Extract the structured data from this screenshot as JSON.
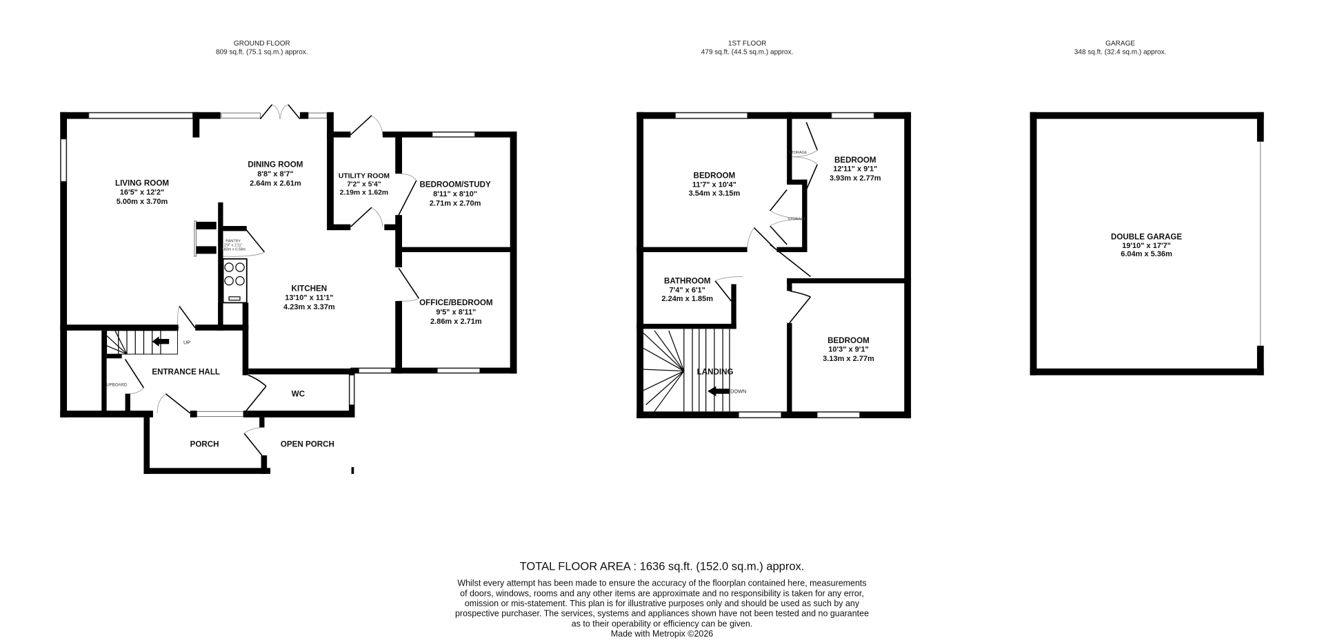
{
  "ground_floor": {
    "title": "GROUND FLOOR",
    "area": "809 sq.ft. (75.1 sq.m.) approx.",
    "rooms": [
      {
        "name": "LIVING ROOM",
        "imperial": "16'5\"  x 12'2\"",
        "metric": "5.00m  x 3.70m"
      },
      {
        "name": "DINING ROOM",
        "imperial": "8'8\"  x 8'7\"",
        "metric": "2.64m  x 2.61m"
      },
      {
        "name": "UTILITY ROOM",
        "imperial": "7'2\"  x 5'4\"",
        "metric": "2.19m  x 1.62m"
      },
      {
        "name": "BEDROOM/STUDY",
        "imperial": "8'11\"  x 8'10\"",
        "metric": "2.71m  x 2.70m"
      },
      {
        "name": "KITCHEN",
        "imperial": "13'10\"  x 11'1\"",
        "metric": "4.23m  x 3.37m"
      },
      {
        "name": "OFFICE/BEDROOM",
        "imperial": "9'5\"  x 8'11\"",
        "metric": "2.86m  x 2.71m"
      }
    ],
    "labels": {
      "entrance_hall": "ENTRANCE HALL",
      "wc": "WC",
      "porch": "PORCH",
      "open_porch": "OPEN PORCH",
      "cupboard": "UPBOARD",
      "up": "UP",
      "pantry": "PANTRY",
      "pantry_imperial": "2'9\" x 1'11\"",
      "pantry_metric": "0.83m x 0.58m"
    }
  },
  "first_floor": {
    "title": "1ST FLOOR",
    "area": "479 sq.ft. (44.5 sq.m.) approx.",
    "rooms": [
      {
        "name": "BEDROOM",
        "imperial": "11'7\"  x 10'4\"",
        "metric": "3.54m  x 3.15m"
      },
      {
        "name": "BEDROOM",
        "imperial": "12'11\"  x 9'1\"",
        "metric": "3.93m  x 2.77m"
      },
      {
        "name": "BATHROOM",
        "imperial": "7'4\"  x 6'1\"",
        "metric": "2.24m  x 1.85m"
      },
      {
        "name": "BEDROOM",
        "imperial": "10'3\"  x 9'1\"",
        "metric": "3.13m  x 2.77m"
      }
    ],
    "labels": {
      "landing": "LANDING",
      "down": "DOWN",
      "storage": "STORAGE"
    }
  },
  "garage": {
    "title": "GARAGE",
    "area": "348 sq.ft. (32.4 sq.m.) approx.",
    "room": {
      "name": "DOUBLE GARAGE",
      "imperial": "19'10\"  x 17'7\"",
      "metric": "6.04m  x 5.36m"
    }
  },
  "footer": {
    "total": "TOTAL FLOOR AREA : 1636 sq.ft. (152.0 sq.m.) approx.",
    "disclaimer": [
      "Whilst every attempt has been made to ensure the accuracy of the floorplan contained here, measurements",
      "of doors, windows, rooms and any other items are approximate and no responsibility is taken for any error,",
      "omission or mis-statement. This plan is for illustrative purposes only and should be used as such by any",
      "prospective purchaser. The services, systems and appliances shown have not been tested and no guarantee",
      "as to their operability or efficiency can be given."
    ],
    "credit": "Made with Metropix ©2026"
  }
}
